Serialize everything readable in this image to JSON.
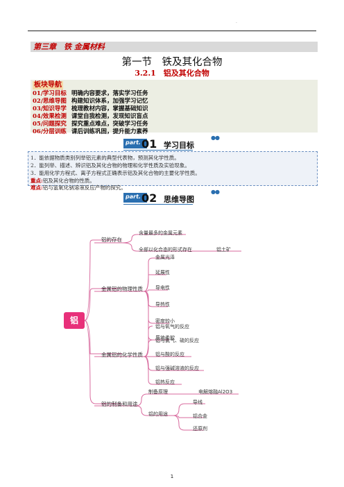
{
  "header": {
    "dot": "·"
  },
  "chapter": "第三章　铁 金属材料",
  "title": "第一节　铁及其化合物",
  "subtitle": "3.2.1　铝及其化合物",
  "nav": {
    "heading": "板块导航",
    "items": [
      {
        "key": "01/学习目标",
        "value": "明确内容要求，落实学习任务"
      },
      {
        "key": "02/思维导图",
        "value": "构建知识体系，加强学习记忆"
      },
      {
        "key": "03/知识导学",
        "value": "梳理教材内容，掌握基础知识"
      },
      {
        "key": "04/效果检测",
        "value": "课堂自我检测，发现知识盲点"
      },
      {
        "key": "05/问题探究",
        "value": "探究重点难点，突破学习任务"
      },
      {
        "key": "06/分层训练",
        "value": "课后训练巩固，提升能力素养"
      }
    ]
  },
  "part1": {
    "tag": "part.",
    "num": "01",
    "label": "学习目标"
  },
  "goals": [
    "1．能依据物质类别列举铝元素的典型代表物，预测其化学性质。",
    "2．能列举、描述、辨识铝及其化合物的物理和化学性质及实验现象。",
    "3．能用化学方程式、离子方程式正确表示铝及其化合物的主要化学性质。"
  ],
  "keypoint": {
    "label": "重点:",
    "text": "铝及其化合物的性质。"
  },
  "difficulty": {
    "label": "难点:",
    "text": "铝与氢氧化钠溶液反应产物的探究。"
  },
  "part2": {
    "tag": "part.",
    "num": "02",
    "label": "思维导图"
  },
  "mindmap": {
    "root": "铝",
    "branches": [
      {
        "label": "铝的存在",
        "children": [
          {
            "label": "含量最多的金属元素"
          },
          {
            "label": "全部以化合态的形式存在",
            "leaf": "铝土矿"
          }
        ]
      },
      {
        "label": "金属铝的物理性质",
        "children": [
          {
            "label": "金属光泽"
          },
          {
            "label": "延展性"
          },
          {
            "label": "导电性"
          },
          {
            "label": "导热性"
          },
          {
            "label": "密度较小"
          },
          {
            "label": "质地柔软"
          }
        ]
      },
      {
        "label": "金属铝的化学性质",
        "children": [
          {
            "label": "铝与氧气的反应"
          },
          {
            "label": "铝与氯气、硫的反应"
          },
          {
            "label": "铝与酸的反应"
          },
          {
            "label": "铝与强碱溶液的反应"
          },
          {
            "label": "铝热反应"
          }
        ]
      },
      {
        "label": "铝的制备和用途",
        "children": [
          {
            "label": "制备原理",
            "leaf": "电解熔融Al2O3"
          },
          {
            "label": "铝的用途",
            "subs": [
              "导线",
              "铝合金",
              "还原剂"
            ]
          }
        ]
      }
    ]
  },
  "colors": {
    "red": "#c00000",
    "blue": "#2a6fb0",
    "root": "#e8307a",
    "link": "#d86a9e"
  },
  "page_number": "1"
}
